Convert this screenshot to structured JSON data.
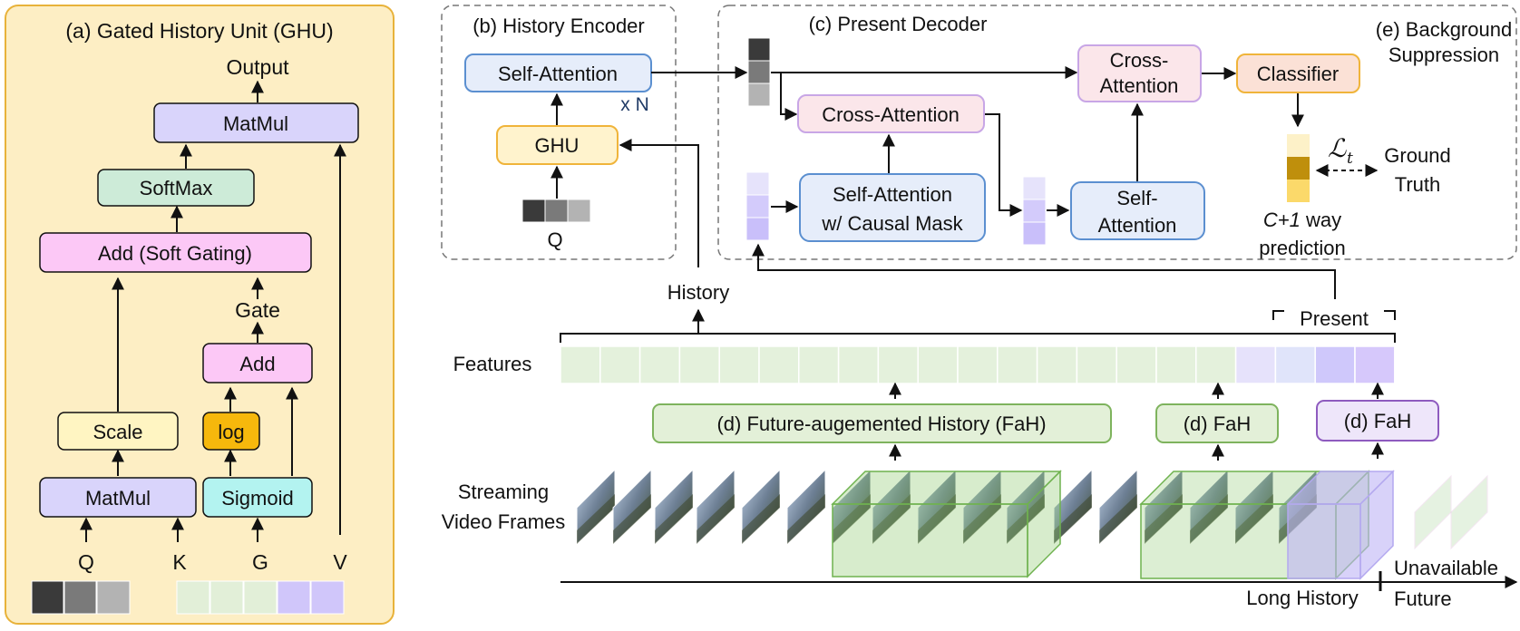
{
  "ghu_panel": {
    "title": "(a) Gated History Unit (GHU)",
    "output": "Output",
    "matmul_top": "MatMul",
    "softmax": "SoftMax",
    "add_soft_gating": "Add (Soft Gating)",
    "gate": "Gate",
    "add": "Add",
    "scale": "Scale",
    "log": "log",
    "matmul_bottom": "MatMul",
    "sigmoid": "Sigmoid",
    "input_q": "Q",
    "input_k": "K",
    "input_g": "G",
    "input_v": "V"
  },
  "history_encoder": {
    "title": "(b) History Encoder",
    "self_attention": "Self-Attention",
    "repeat": "x N",
    "ghu": "GHU",
    "query": "Q"
  },
  "present_decoder": {
    "title": "(c) Present Decoder",
    "cross_attention_top": "Cross-\nAttention",
    "cross_attention_top_l1": "Cross-",
    "cross_attention_top_l2": "Attention",
    "cross_attention": "Cross-Attention",
    "self_attention_causal_l1": "Self-Attention",
    "self_attention_causal_l2": "w/ Causal Mask",
    "self_attention_l1": "Self-",
    "self_attention_l2": "Attention",
    "classifier": "Classifier"
  },
  "background_suppression": {
    "title_l1": "(e) Background",
    "title_l2": "Suppression",
    "loss_symbol": "ℒ",
    "loss_subscript": "t",
    "ground_truth_l1": "Ground",
    "ground_truth_l2": "Truth",
    "prediction_l1_italic": "C+1",
    "prediction_l1_rest": " way",
    "prediction_l2": "prediction"
  },
  "stream": {
    "history_label": "History",
    "present_label": "Present",
    "features_label": "Features",
    "fah_long": "(d) Future-augemented History (FaH)",
    "fah_mid": "(d) FaH",
    "fah_right": "(d) FaH",
    "frames_label_l1": "Streaming",
    "frames_label_l2": "Video Frames",
    "long_history": "Long History",
    "unavailable_l1": "Unavailable",
    "unavailable_l2": "Future"
  },
  "colors": {
    "panel_yellow_bg": "#fdeec4",
    "panel_yellow_border": "#e8b23a",
    "matmul_fill": "#d9d4fb",
    "matmul_border": "#4a4ac0",
    "softmax_fill": "#cdebd8",
    "add_fill": "#fcc8f6",
    "scale_fill": "#fff5c2",
    "log_fill": "#f6b80c",
    "sigmoid_fill": "#b3f3f0",
    "blue_box_fill": "#e6edfa",
    "blue_box_border": "#5b8fd0",
    "pink_box_fill": "#fbe6ea",
    "pink_box_border": "#c8a6e6",
    "classifier_fill": "#fbe1d6",
    "classifier_border": "#f0b43a",
    "green_box_fill": "#e3f0d8",
    "green_box_border": "#7eb35d",
    "purple_box_fill": "#eee6fa",
    "purple_box_border": "#8e5bbf",
    "feature_green": "#e4f1dc",
    "feature_purple": "#d6cffc"
  },
  "icons": [
    "arrow-icon",
    "token-strip-icon",
    "video-frame-icon",
    "cube-icon"
  ]
}
